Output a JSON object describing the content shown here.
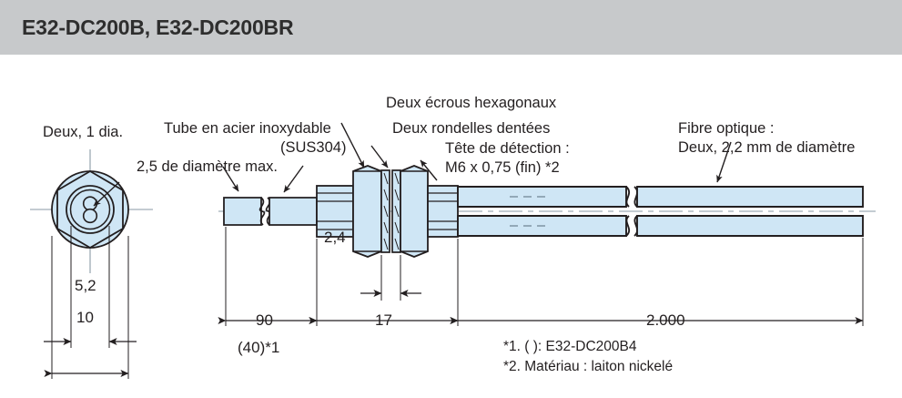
{
  "header": {
    "title": "E32-DC200B, E32-DC200BR",
    "bg_color": "#c7c9cb",
    "text_color": "#2e2e2e"
  },
  "drawing": {
    "line_color": "#231f20",
    "fill_color": "#cfe6f5",
    "centerline_color": "#8a9aa6",
    "labels": {
      "two_dia": "Deux, 1 dia.",
      "tube_line1": "Tube en acier inoxydable",
      "tube_line2": "(SUS304)",
      "tube_line3": "2,5 de diamètre max.",
      "hex_nuts": "Deux écrous hexagonaux",
      "toothed_washers": "Deux rondelles dentées",
      "head_line1": "Tête de détection :",
      "head_line2": "M6 x 0,75 (fin) *2",
      "fiber_line1": "Fibre optique :",
      "fiber_line2": "Deux, 2,2 mm de diamètre"
    },
    "dimensions": {
      "d_5_2": "5,2",
      "d_10": "10",
      "d_90": "90",
      "d_40": "(40)*1",
      "d_2_4": "2,4",
      "d_17": "17",
      "d_2000": "2.000"
    },
    "notes": {
      "note1": "*1. ( ): E32-DC200B4",
      "note2": "*2. Matériau : laiton nickelé"
    }
  }
}
